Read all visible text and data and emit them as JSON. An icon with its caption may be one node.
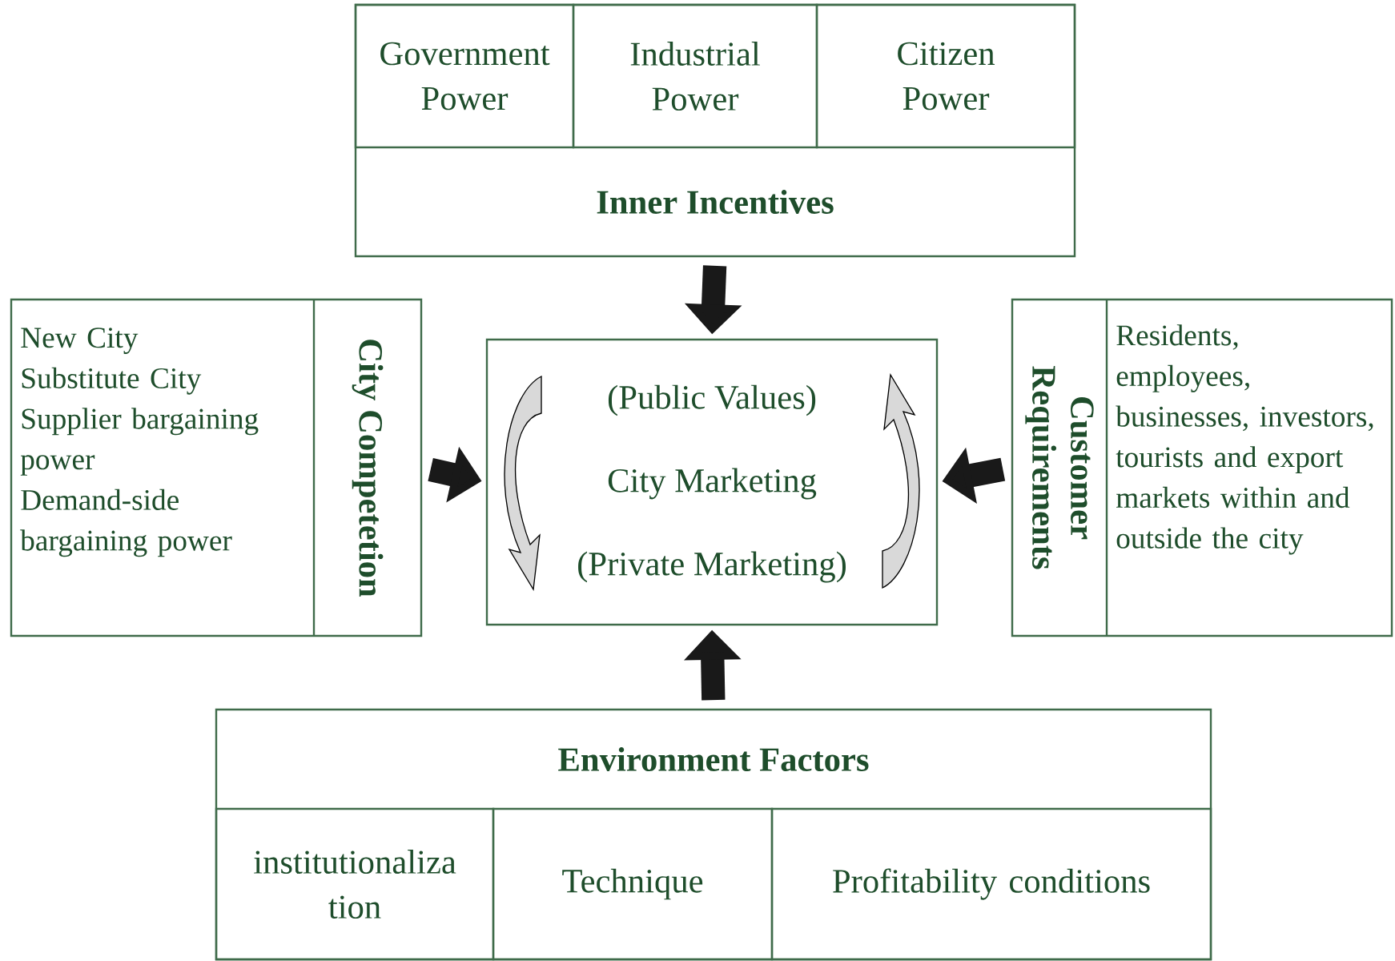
{
  "diagram": {
    "nodes": [
      {
        "text": [
          "Inner Incentives"
        ]
      },
      {
        "text": [
          "Government Power"
        ],
        "in": 0
      },
      {
        "text": [
          "Industrial Power"
        ],
        "in": 0
      },
      {
        "text": [
          "Citizen Power"
        ],
        "in": 0
      },
      {
        "text": [
          "City Competetion",
          "New City",
          "Substitute City",
          "Supplier bargaining power",
          "Demand-side bargaining power"
        ]
      },
      {
        "text": [
          "(Public Values)",
          "City Marketing",
          "(Private Marketing)"
        ]
      },
      {
        "text": [
          "Customer Requirements",
          "Residents, employees, businesses, investors, tourists and export markets within and outside the city"
        ]
      },
      {
        "text": [
          "Environment Factors"
        ]
      },
      {
        "text": [
          "institutionaliza tion"
        ],
        "in": 7
      },
      {
        "text": [
          "Technique"
        ],
        "in": 7
      },
      {
        "text": [
          "Profitability conditions"
        ],
        "in": 7
      }
    ],
    "edges": [
      {
        "from": 0,
        "to": 5,
        "arrow": "to"
      },
      {
        "from": 4,
        "to": 5,
        "arrow": "to"
      },
      {
        "from": 6,
        "to": 5,
        "arrow": "to"
      },
      {
        "from": 7,
        "to": 5,
        "arrow": "to"
      }
    ]
  }
}
